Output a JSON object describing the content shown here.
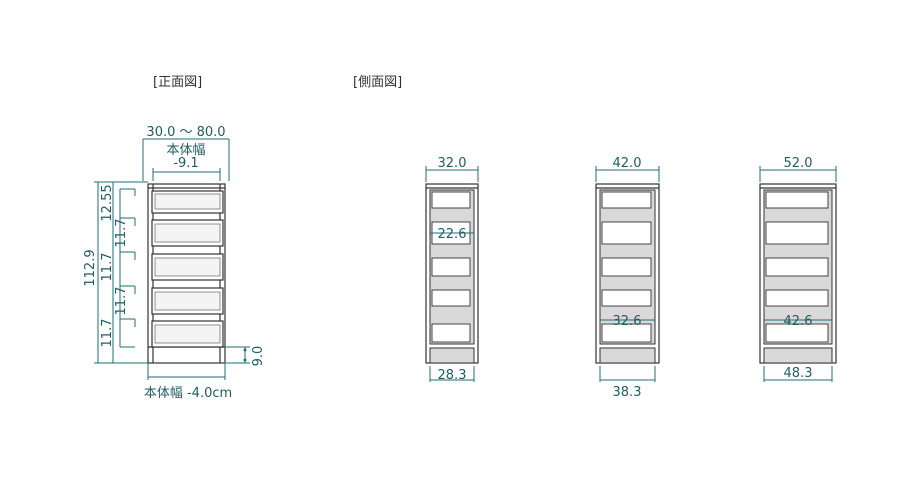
{
  "headings": {
    "front": "[正面図]",
    "side": "[側面図]"
  },
  "front": {
    "width_range": "30.0 ～ 80.0",
    "body_width_label": "本体幅",
    "inner_width": "-9.1",
    "total_height": "112.9",
    "drawer_heights": [
      "12.55",
      "11.7",
      "11.7",
      "11.7",
      "11.7"
    ],
    "base_height": "9.0",
    "bottom_width": "本体幅 -4.0cm"
  },
  "sides": [
    {
      "depth_top": "32.0",
      "depth_bottom": "28.3",
      "inner_depth": "22.6"
    },
    {
      "depth_top": "42.0",
      "depth_bottom": "38.3",
      "inner_depth": "32.6"
    },
    {
      "depth_top": "52.0",
      "depth_bottom": "48.3",
      "inner_depth": "42.6"
    }
  ],
  "colors": {
    "dimension": "#1f6f77",
    "outline": "#333333",
    "shade": "#d9d9d9"
  }
}
